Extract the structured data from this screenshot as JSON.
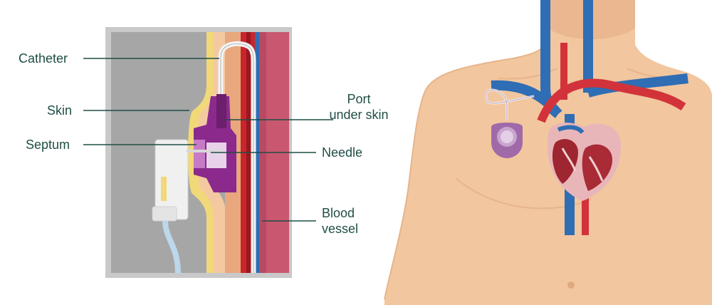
{
  "labels": {
    "catheter": "Catheter",
    "skin": "Skin",
    "septum": "Septum",
    "port_line1": "Port",
    "port_line2": "under skin",
    "needle": "Needle",
    "blood_line1": "Blood",
    "blood_line2": "vessel"
  },
  "colors": {
    "label_text": "#1f4e45",
    "leader_line": "#1f4e45",
    "panel_bg": "#a6a6a6",
    "skin": "#f4c9a2",
    "skin_yellow": "#f1d878",
    "tissue": "#e8a77d",
    "vessel_red": "#c8252c",
    "vessel_blue": "#2f6db4",
    "vessel_wall": "#c9576f",
    "port_purple": "#8b2a8c",
    "body_skin": "#f2c69e",
    "body_outline": "#e6b58b"
  },
  "icons": {
    "port_device": "port-device-icon",
    "heart": "heart-icon"
  }
}
